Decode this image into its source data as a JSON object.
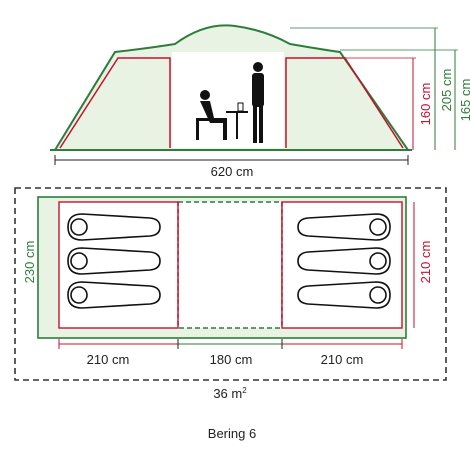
{
  "side_view": {
    "width_label": "620 cm",
    "height_labels": {
      "bedroom": "160 cm",
      "center": "205 cm",
      "side": "165 cm"
    }
  },
  "floor_plan": {
    "depth_label": "230 cm",
    "bedroom_depth_label": "210 cm",
    "bedroom_left_label": "210 cm",
    "living_label": "180 cm",
    "bedroom_right_label": "210 cm",
    "area_value": "36 m",
    "area_unit_exponent": "2"
  },
  "product_name": "Bering 6",
  "colors": {
    "outline_green": "#2e7d3a",
    "accent_red": "#c4122f",
    "fill_green": "#e8f3e4",
    "dash_dark": "#333333"
  },
  "icons": [
    "seated-person-icon",
    "standing-person-icon",
    "sleeping-bag-icon"
  ]
}
